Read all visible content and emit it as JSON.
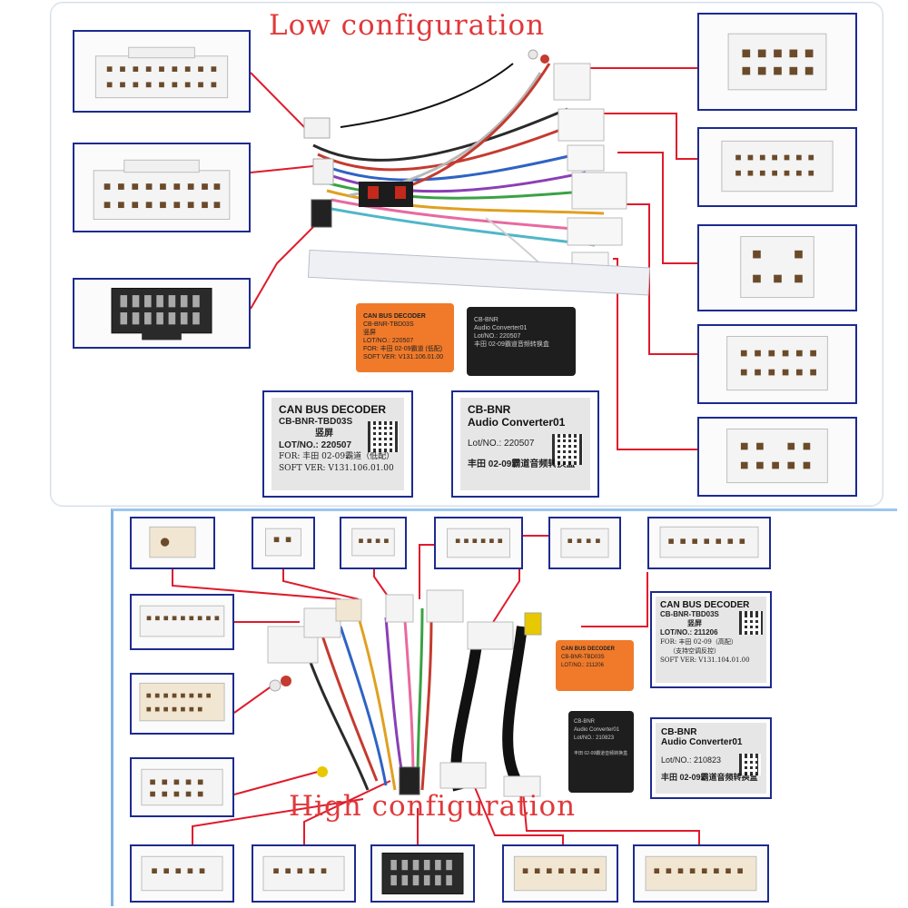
{
  "top_panel": {
    "title": "Low configuration",
    "decoder_device": {
      "l1": "CAN BUS DECODER",
      "l2": "CB-BNR-TBD03S",
      "l3": "竖屏",
      "l4": "LOT/NO.: 220507",
      "l5": "FOR: 丰田 02-09霸道 (低配)",
      "l6": "SOFT VER: V131.106.01.00"
    },
    "converter_device": {
      "l1": "CB-BNR",
      "l2": "Audio Converter01",
      "l3": "Lot/NO.: 220507",
      "l4": "丰田 02-09霸道音频转换盒"
    },
    "decoder_label": {
      "heading": "CAN BUS DECODER",
      "model": "CB-BNR-TBD03S",
      "orientation": "竖屏",
      "lot": "LOT/NO.: 220507",
      "for": "FOR: 丰田 02-09霸道（低配）",
      "soft": "SOFT VER: V131.106.01.00"
    },
    "converter_label": {
      "heading": "CB-BNR",
      "name": "Audio Converter01",
      "lot": "Lot/NO.: 220507",
      "desc": "丰田 02-09霸道音频转换盒"
    }
  },
  "bottom_panel": {
    "title": "High configuration",
    "decoder_device": {
      "l1": "CAN BUS DECODER",
      "l2": "CB-BNR-TBD03S",
      "l3": "LOT/NO.: 211206"
    },
    "converter_device": {
      "l1": "CB-BNR",
      "l2": "Audio Converter01",
      "l3": "Lot/NO.: 210823",
      "l4": "丰田 02-09霸道音频转换盒"
    },
    "decoder_label": {
      "heading": "CAN BUS DECODER",
      "model": "CB-BNR-TBD03S",
      "orientation": "竖屏",
      "lot": "LOT/NO.: 211206",
      "for": "FOR: 丰田 02-09（高配）",
      "note": "（支持空调反控）",
      "soft": "SOFT VER: V131.104.01.00"
    },
    "converter_label": {
      "heading": "CB-BNR",
      "name": "Audio Converter01",
      "lot": "Lot/NO.: 210823",
      "desc": "丰田 02-09霸道音频转换盒"
    }
  },
  "colors": {
    "title": "#e0393b",
    "callout_line": "#e01a2b",
    "box_border": "#1d2a8f",
    "decoder_orange": "#f07a2a",
    "converter_black": "#1e1e1e"
  }
}
